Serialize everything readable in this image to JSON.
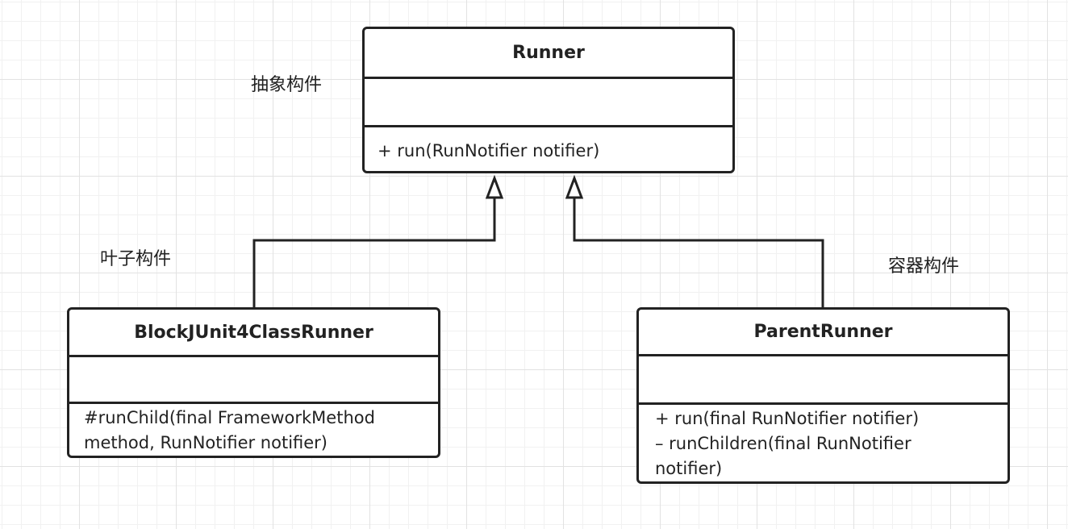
{
  "classes": {
    "runner": {
      "name": "Runner",
      "operations": [
        "+ run(RunNotifier notifier)"
      ]
    },
    "block": {
      "name": "BlockJUnit4ClassRunner",
      "operations": [
        "#runChild(final FrameworkMethod method, RunNotifier notifier)"
      ]
    },
    "parent": {
      "name": "ParentRunner",
      "operations": [
        "+ run(final RunNotifier notifier)",
        "– runChildren(final RunNotifier notifier)"
      ]
    }
  },
  "labels": {
    "abstract_component": "抽象构件",
    "leaf_component": "叶子构件",
    "container_component": "容器构件"
  },
  "colors": {
    "stroke": "#222222",
    "background": "#ffffff",
    "grid": "#e2e2e2"
  }
}
